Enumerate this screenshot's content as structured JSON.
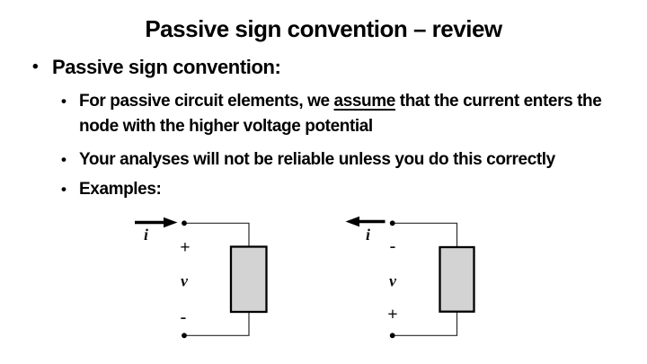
{
  "slide": {
    "title": "Passive sign convention – review",
    "bullet_char": "•",
    "level1_bullet": "Passive sign convention:",
    "sub_bullets": {
      "item1": {
        "pre": "For passive circuit elements, we ",
        "underlined": "assume",
        "post": " that the current enters the node with the higher voltage potential"
      },
      "item2": "Your analyses will not be reliable unless you do this correctly",
      "item3": "Examples:"
    }
  },
  "diagrams": {
    "left": {
      "current_label": "i",
      "voltage_label": "v",
      "top_polarity": "+",
      "bottom_polarity": "-",
      "arrow_direction": "right"
    },
    "right": {
      "current_label": "i",
      "voltage_label": "v",
      "top_polarity": "-",
      "bottom_polarity": "+",
      "arrow_direction": "left"
    }
  },
  "colors": {
    "background": "#ffffff",
    "text": "#000000",
    "element_fill": "#d3d3d3",
    "element_stroke": "#000000",
    "wire": "#2b2b2b"
  }
}
